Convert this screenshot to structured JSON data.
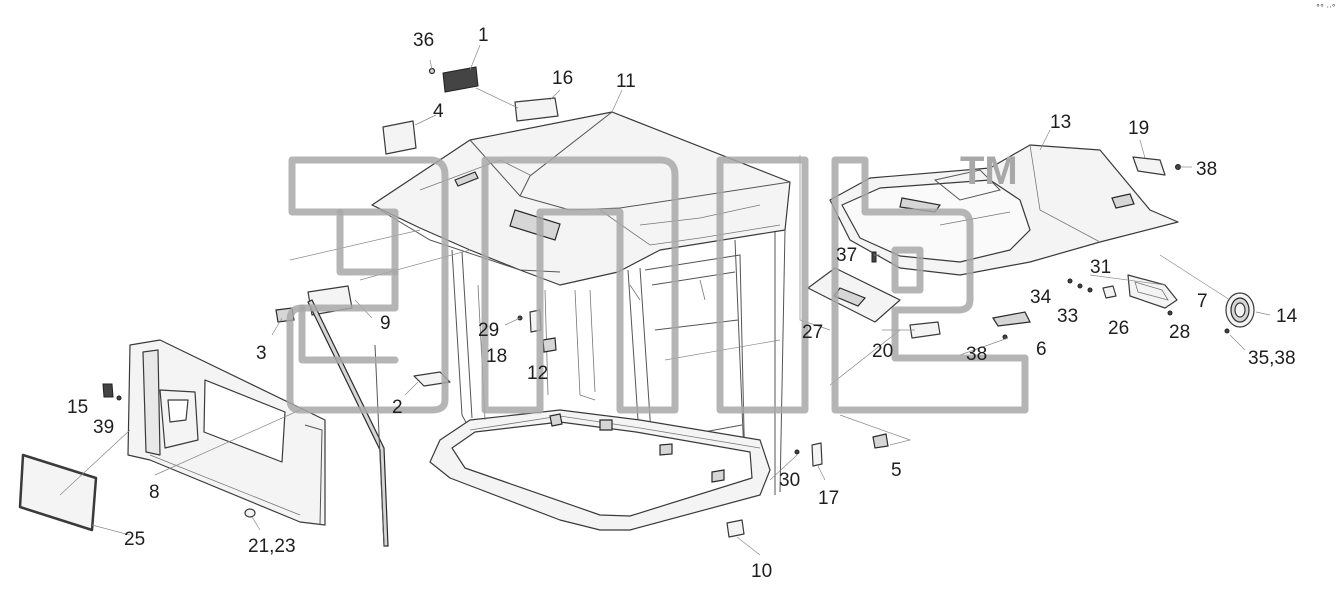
{
  "watermark": {
    "trademark": "TM"
  },
  "corner_mark": "°° ··°",
  "callouts": [
    {
      "id": "c36",
      "text": "36"
    },
    {
      "id": "c1",
      "text": "1"
    },
    {
      "id": "c16",
      "text": "16"
    },
    {
      "id": "c11",
      "text": "11"
    },
    {
      "id": "c4",
      "text": "4"
    },
    {
      "id": "c13",
      "text": "13"
    },
    {
      "id": "c19",
      "text": "19"
    },
    {
      "id": "c38a",
      "text": "38"
    },
    {
      "id": "c37",
      "text": "37"
    },
    {
      "id": "c31",
      "text": "31"
    },
    {
      "id": "c34",
      "text": "34"
    },
    {
      "id": "c33",
      "text": "33"
    },
    {
      "id": "c26",
      "text": "26"
    },
    {
      "id": "c7",
      "text": "7"
    },
    {
      "id": "c28",
      "text": "28"
    },
    {
      "id": "c14",
      "text": "14"
    },
    {
      "id": "c27",
      "text": "27"
    },
    {
      "id": "c20",
      "text": "20"
    },
    {
      "id": "c38b",
      "text": "38"
    },
    {
      "id": "c6",
      "text": "6"
    },
    {
      "id": "c35_38",
      "text": "35,38"
    },
    {
      "id": "c9",
      "text": "9"
    },
    {
      "id": "c3",
      "text": "3"
    },
    {
      "id": "c29",
      "text": "29"
    },
    {
      "id": "c18",
      "text": "18"
    },
    {
      "id": "c12",
      "text": "12"
    },
    {
      "id": "c2",
      "text": "2"
    },
    {
      "id": "c15",
      "text": "15"
    },
    {
      "id": "c39",
      "text": "39"
    },
    {
      "id": "c8",
      "text": "8"
    },
    {
      "id": "c25",
      "text": "25"
    },
    {
      "id": "c21_23",
      "text": "21,23"
    },
    {
      "id": "c30",
      "text": "30"
    },
    {
      "id": "c17",
      "text": "17"
    },
    {
      "id": "c5",
      "text": "5"
    },
    {
      "id": "c10",
      "text": "10"
    }
  ]
}
